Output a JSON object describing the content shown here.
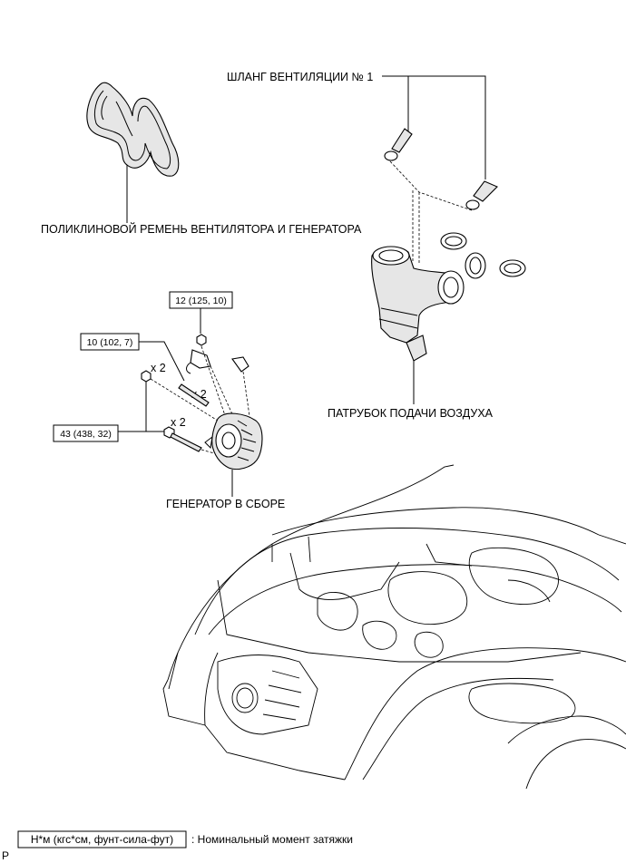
{
  "labels": {
    "ventilation_hose": "ШЛАНГ ВЕНТИЛЯЦИИ № 1",
    "belt": "ПОЛИКЛИНОВОЙ РЕМЕНЬ ВЕНТИЛЯТОРА И ГЕНЕРАТОРА",
    "air_intake": "ПАТРУБОК ПОДАЧИ ВОЗДУХА",
    "alternator": "ГЕНЕРАТОР В СБОРЕ"
  },
  "torques": {
    "t1": "12 (125, 10)",
    "t2": "10 (102, 7)",
    "t3": "43 (438, 32)"
  },
  "quantities": {
    "q1": "x 2",
    "q2": "x 2",
    "q3": "x 2"
  },
  "legend": {
    "units": "Н*м (кгс*см, фунт-сила-фут)",
    "description": ": Номинальный момент затяжки"
  },
  "corner_mark": "P"
}
